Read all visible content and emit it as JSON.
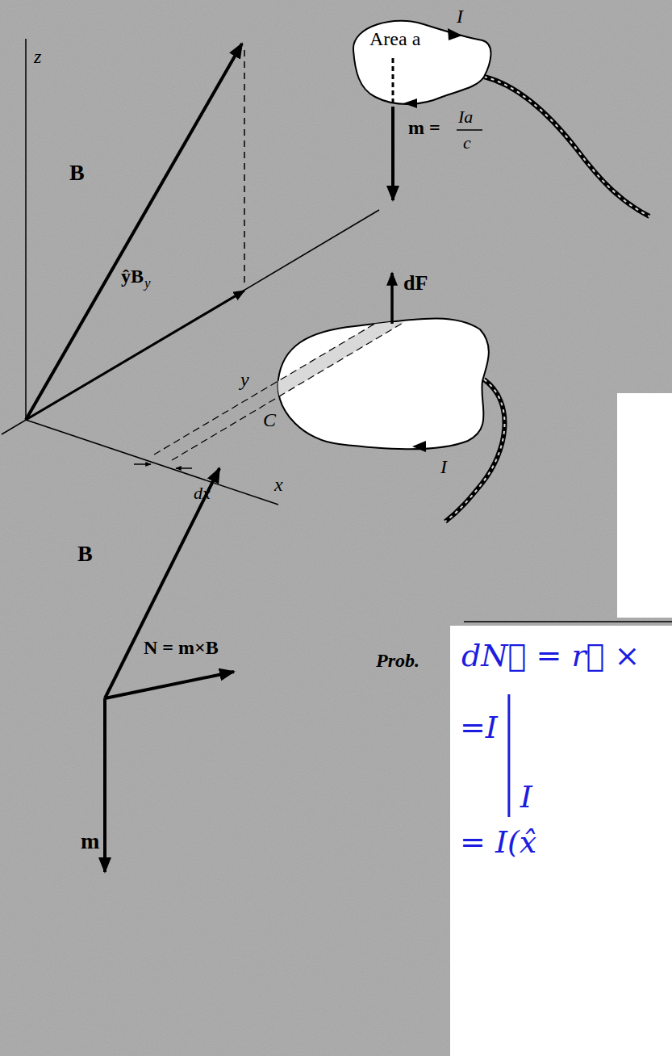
{
  "diagram": {
    "nodes": [
      {
        "text": [
          "Area a"
        ]
      },
      {
        "text": [
          "dN⃗ = r⃗ ×",
          "=I",
          "I",
          "= I(x̂"
        ]
      }
    ],
    "labels": [
      "I",
      "m =",
      "Ia",
      "c",
      "z",
      "B",
      "ŷB",
      "y",
      "dF",
      "y",
      "dx",
      "C",
      "x",
      "I",
      "B",
      "N = m×B",
      "m",
      "Prob."
    ]
  }
}
